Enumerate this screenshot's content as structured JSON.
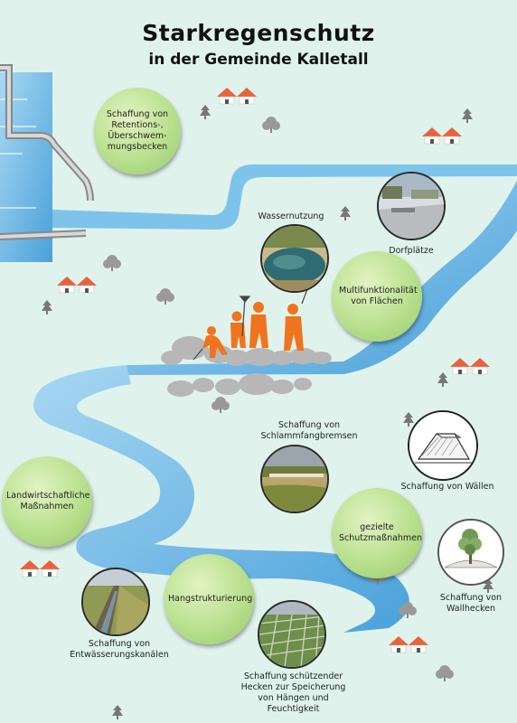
{
  "title": "Starkregenschutz",
  "subtitle": "in der Gemeinde Kalletall",
  "measures": {
    "retention": "Schaffung von Retentions-, Überschwem-mungsbecken",
    "multifunktion": "Multifunktionalität von Flächen",
    "landwirtschaft": "Landwirtschaftliche Maßnahmen",
    "schutz": "gezielte Schutzmaßnahmen",
    "hang": "Hangstrukturierung"
  },
  "photos": {
    "wassernutzung": "Wassernutzung",
    "dorfplaetze": "Dorfplätze",
    "schlamm": "Schaffung von Schlammfangbremsen",
    "waelle": "Schaffung von Wällen",
    "wallhecken": "Schaffung von Wallhecken",
    "entwaesserung": "Schaffung von Entwässerungskanälen",
    "hecken": "Schaffung schützender Hecken zur Speicherung von Hängen und Feuchtigkeit"
  },
  "colors": {
    "background": "#dff3ec",
    "river": "#6fb8e6",
    "circle": "#b9e08e",
    "house": "#e8623a",
    "workers": "#f0741e",
    "stones": "#b7b7b7"
  },
  "icons": [
    "house-icon",
    "tree-icon",
    "worker-icon",
    "stone-icon",
    "pipe-icon"
  ]
}
